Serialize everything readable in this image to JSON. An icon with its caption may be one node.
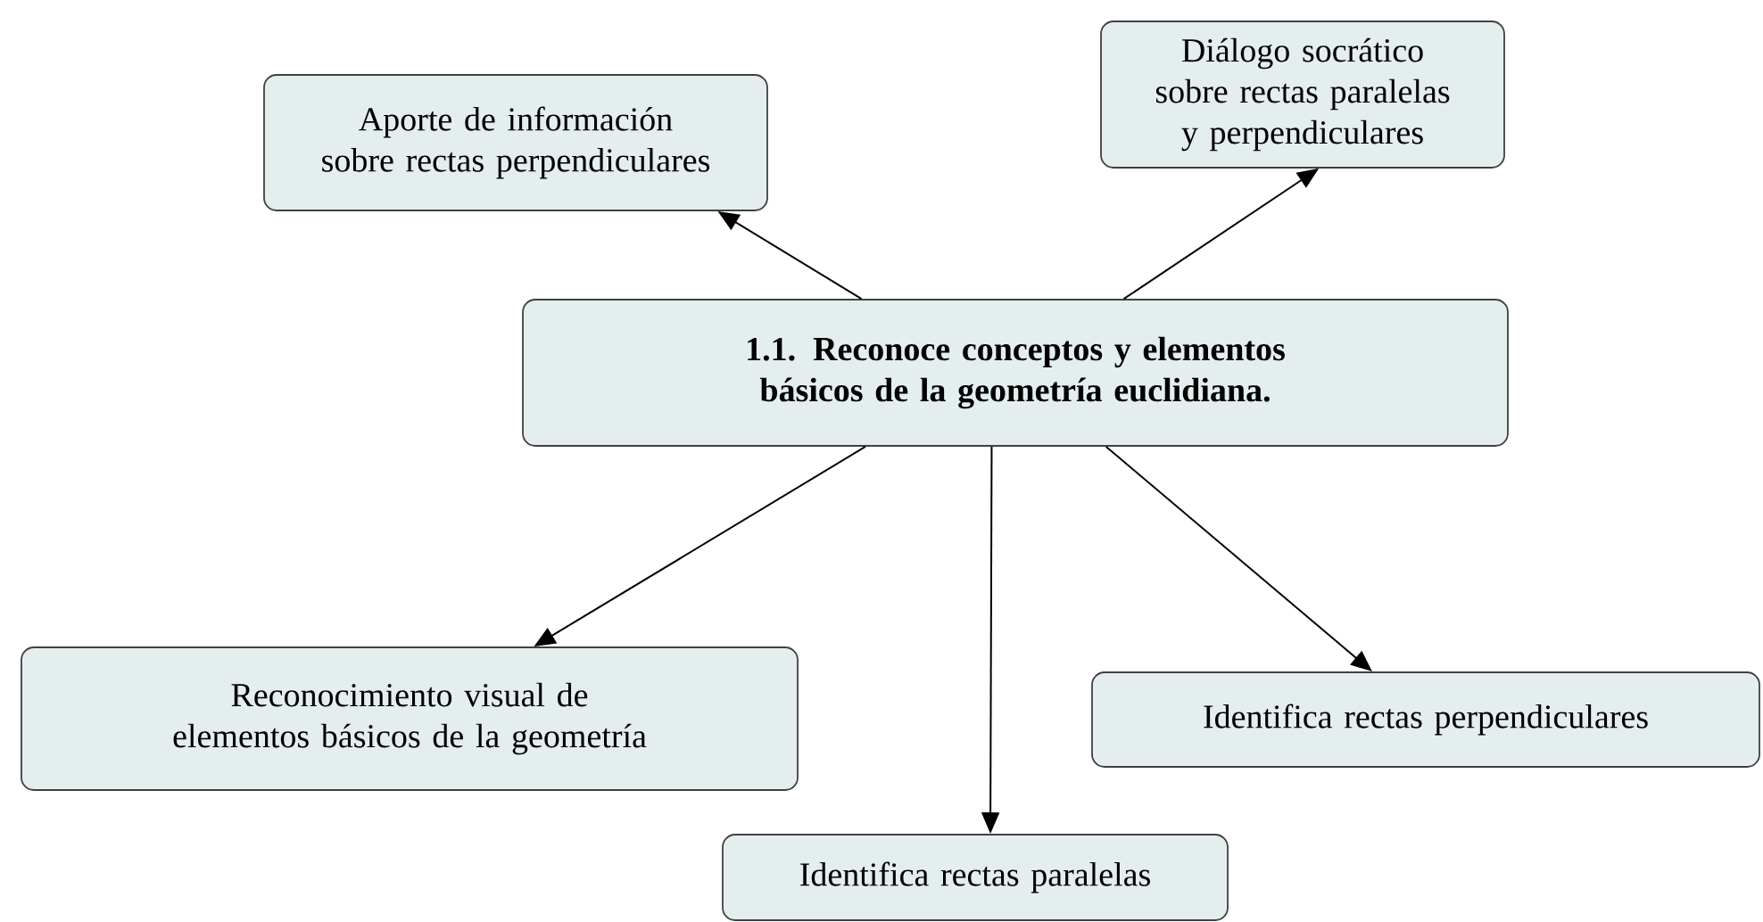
{
  "diagram": {
    "nodes": [
      {
        "text": [
          "1.1. Reconoce conceptos y elementos básicos de la geometría euclidiana."
        ]
      },
      {
        "text": [
          "Aporte de información sobre rectas perpendiculares"
        ]
      },
      {
        "text": [
          "Diálogo socrático sobre rectas paralelas y perpendiculares"
        ]
      },
      {
        "text": [
          "Reconocimiento visual de elementos básicos de la geometría"
        ]
      },
      {
        "text": [
          "Identifica rectas perpendiculares"
        ]
      },
      {
        "text": [
          "Identifica rectas paralelas"
        ]
      }
    ],
    "edges": [
      {
        "from": 0,
        "to": 1,
        "arrow": "to"
      },
      {
        "from": 0,
        "to": 2,
        "arrow": "to"
      },
      {
        "from": 0,
        "to": 3,
        "arrow": "to"
      },
      {
        "from": 0,
        "to": 5,
        "arrow": "to"
      },
      {
        "from": 0,
        "to": 4,
        "arrow": "to"
      }
    ]
  }
}
